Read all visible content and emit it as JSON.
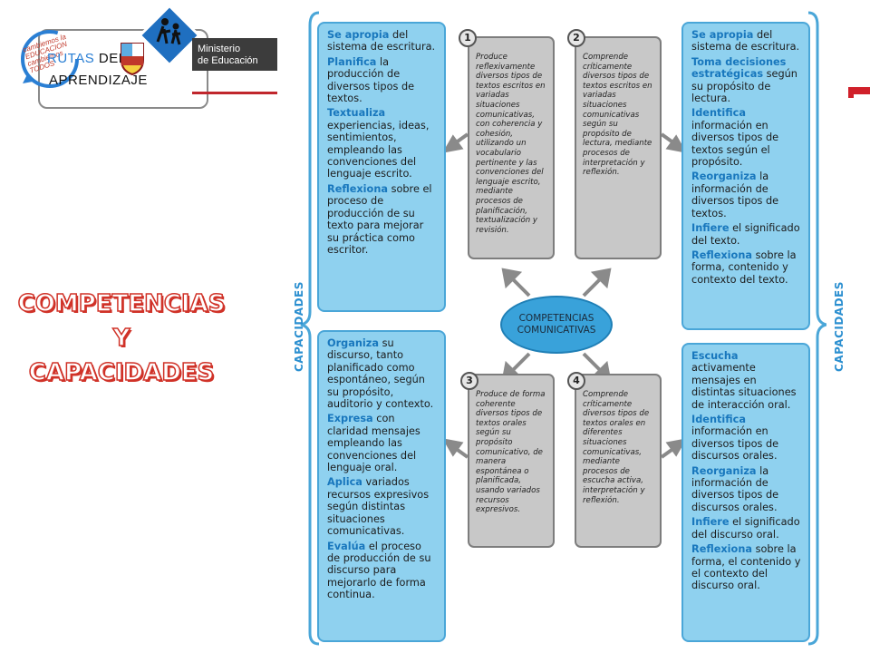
{
  "header": {
    "title_part1": "RUTAS",
    "title_part2": "DEL",
    "title_line2": "APRENDIZAJE",
    "circle_logo_text": "cambiemos la EDUCACION cambiemos TODOS",
    "ministry_line1": "Ministerio",
    "ministry_line2": "de Educación"
  },
  "main_heading": {
    "line1": "COMPETENCIAS",
    "line2": "Y",
    "line3": "CAPACIDADES"
  },
  "diagram": {
    "center": {
      "line1": "COMPETENCIAS",
      "line2": "COMUNICATIVAS"
    },
    "vertical_label": "CAPACIDADES",
    "competencies": [
      {
        "number": "1",
        "text": "Produce reflexivamente diversos tipos de textos escritos en variadas situaciones comunicativas, con coherencia y cohesión, utilizando un vocabulario pertinente y las convenciones del lenguaje escrito, mediante procesos de planificación, textualización y revisión."
      },
      {
        "number": "2",
        "text": "Comprende críticamente diversos tipos de textos escritos en variadas situaciones comunicativas según su propósito de lectura, mediante procesos de interpretación y reflexión."
      },
      {
        "number": "3",
        "text": "Produce de forma coherente diversos tipos de textos orales según su propósito comunicativo, de manera espontánea o planificada, usando variados recursos expresivos."
      },
      {
        "number": "4",
        "text": "Comprende críticamente diversos tipos de textos orales en diferentes situaciones comunicativas, mediante procesos de escucha activa, interpretación y reflexión."
      }
    ],
    "capacities_top_left": [
      {
        "kw": "Se apropia",
        "rest": " del sistema de escritura."
      },
      {
        "kw": "Planifica",
        "rest": " la producción de diversos tipos de textos."
      },
      {
        "kw": "Textualiza",
        "rest": " experiencias, ideas, sentimientos, empleando las convenciones del lenguaje escrito."
      },
      {
        "kw": "Reflexiona",
        "rest": " sobre el proceso de producción de su texto para mejorar su práctica como escritor."
      }
    ],
    "capacities_top_right": [
      {
        "kw": "Se apropia",
        "rest": " del sistema de escritura."
      },
      {
        "kw": "Toma decisiones estratégicas",
        "rest": " según su propósito de lectura."
      },
      {
        "kw": "Identifica",
        "rest": " información en diversos tipos de textos según el propósito."
      },
      {
        "kw": "Reorganiza",
        "rest": " la información de diversos tipos de textos."
      },
      {
        "kw": "Infiere",
        "rest": " el significado del texto."
      },
      {
        "kw": "Reflexiona",
        "rest": " sobre la forma, contenido y contexto del texto."
      }
    ],
    "capacities_bottom_left": [
      {
        "kw": "Organiza",
        "rest": " su discurso, tanto planificado como espontáneo, según su propósito, auditorio y contexto."
      },
      {
        "kw": "Expresa",
        "rest": " con claridad mensajes empleando las convenciones del lenguaje oral."
      },
      {
        "kw": "Aplica",
        "rest": " variados recursos expresivos según distintas situaciones comunicativas."
      },
      {
        "kw": "Evalúa",
        "rest": " el proceso de producción de su discurso para mejorarlo de forma continua."
      }
    ],
    "capacities_bottom_right": [
      {
        "kw": "Escucha",
        "rest": " activamente mensajes en distintas situaciones de interacción oral."
      },
      {
        "kw": "Identifica",
        "rest": " información en diversos tipos de discursos orales."
      },
      {
        "kw": "Reorganiza",
        "rest": " la información de diversos tipos de discursos orales."
      },
      {
        "kw": "Infiere",
        "rest": " el significado del discurso oral."
      },
      {
        "kw": "Reflexiona",
        "rest": " sobre la forma, el contenido y el contexto del discurso oral."
      }
    ]
  }
}
